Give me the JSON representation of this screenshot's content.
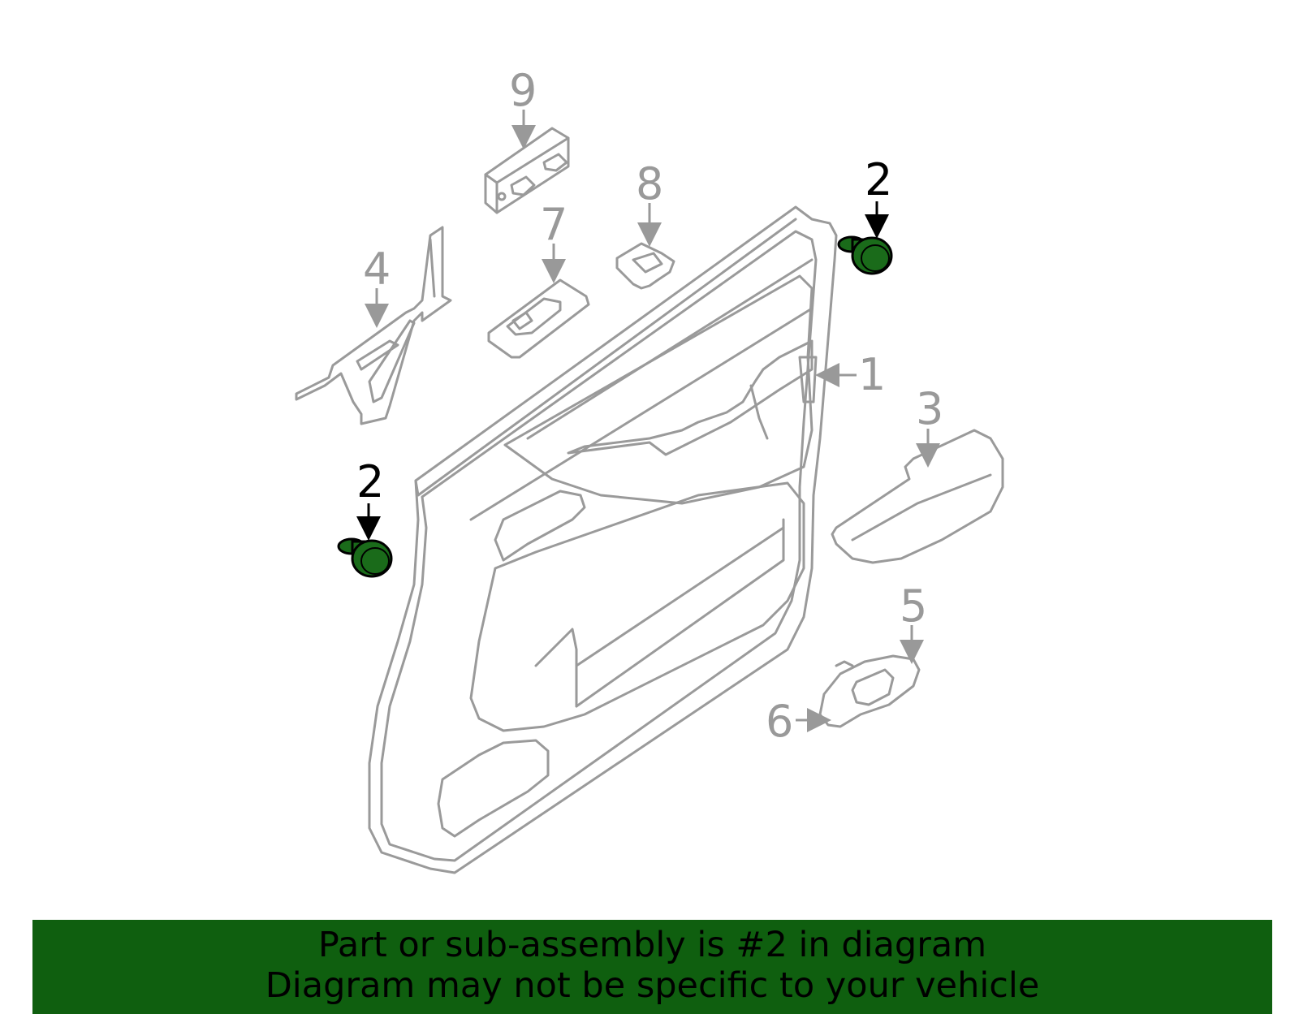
{
  "callouts": {
    "part_1": "1",
    "part_2_upper": "2",
    "part_2_lower": "2",
    "part_3": "3",
    "part_4": "4",
    "part_5": "5",
    "part_6": "6",
    "part_7": "7",
    "part_8": "8",
    "part_9": "9"
  },
  "highlight_color": "#1a6b1a",
  "banner": {
    "line1": "Part or sub-assembly is #2 in diagram",
    "line2": "Diagram may not be specific to your vehicle",
    "background": "#0f5f0f"
  }
}
